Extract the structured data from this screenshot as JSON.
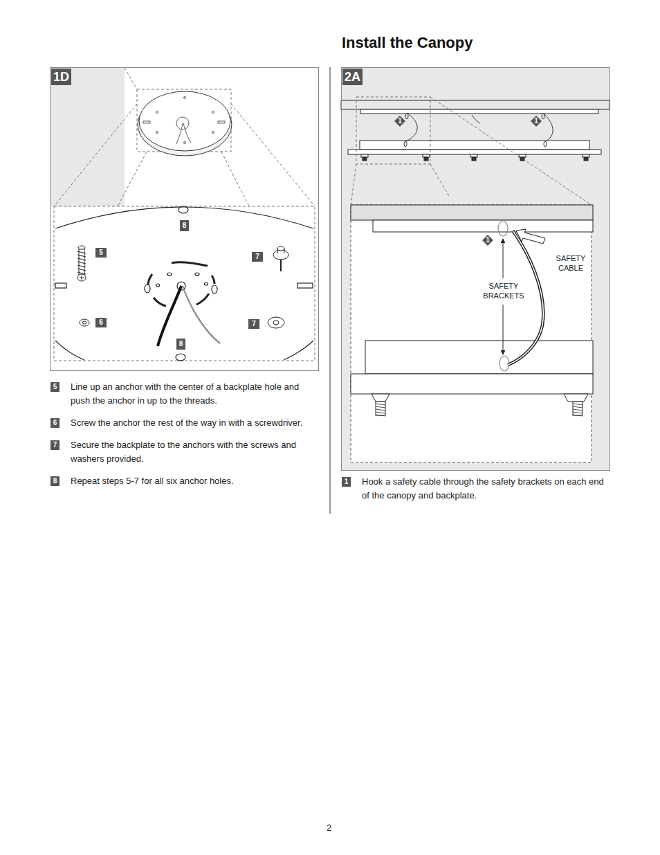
{
  "diagram": {
    "title": "Install the Canopy",
    "nodes": [
      {
        "text": [
          "1D"
        ]
      },
      {
        "text": [
          "8"
        ],
        "in": 0
      },
      {
        "text": [
          "5"
        ],
        "in": 0
      },
      {
        "text": [
          "7"
        ],
        "in": 0
      },
      {
        "text": [
          "6"
        ],
        "in": 0
      },
      {
        "text": [
          "7"
        ],
        "in": 0
      },
      {
        "text": [
          "8"
        ],
        "in": 0
      },
      {
        "text": [
          "2A"
        ]
      },
      {
        "text": [
          "1"
        ],
        "in": 7
      },
      {
        "text": [
          "1"
        ],
        "in": 7
      },
      {
        "text": [
          "1"
        ],
        "in": 7
      },
      {
        "text": [
          "5"
        ]
      },
      {
        "text": [
          "6"
        ]
      },
      {
        "text": [
          "7"
        ]
      },
      {
        "text": [
          "8"
        ]
      },
      {
        "text": [
          "1"
        ]
      }
    ],
    "labels": [
      "Line up an anchor with the center of a backplate hole and push the anchor in up to the threads.",
      "Screw the anchor the rest of the way in with a screwdriver.",
      "Secure the backplate to the anchors with the screws and washers provided.",
      "Repeat steps 5-7 for all six anchor holes.",
      "Hook a safety cable through the safety brackets on each end of the canopy and backplate.",
      "SAFETY CABLE",
      "SAFETY BRACKETS",
      "2"
    ]
  }
}
